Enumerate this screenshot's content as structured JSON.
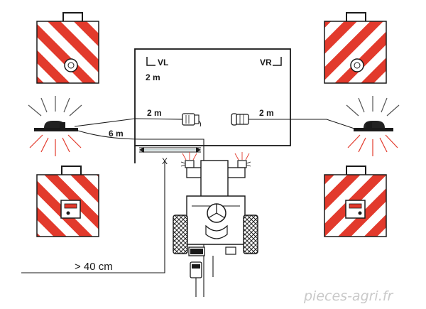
{
  "labels": {
    "vl": "VL",
    "vr": "VR",
    "cable_vertical": "2 m",
    "cable_left": "2 m",
    "cable_right": "2 m",
    "cable_long": "6 m",
    "cross_mark": "X",
    "distance": "> 40 cm"
  },
  "watermark": "pieces-agri.fr",
  "icons": {
    "panel_plate": "warning-plate-icon",
    "beacon": "rotating-beacon-icon",
    "connector": "plug-connector-icon",
    "tractor": "tractor-icon"
  },
  "colors": {
    "stripe_red": "#e23a2c",
    "line": "#1a1a1a",
    "lamp_light": "#555555",
    "lamp_red": "#e23a2c"
  }
}
